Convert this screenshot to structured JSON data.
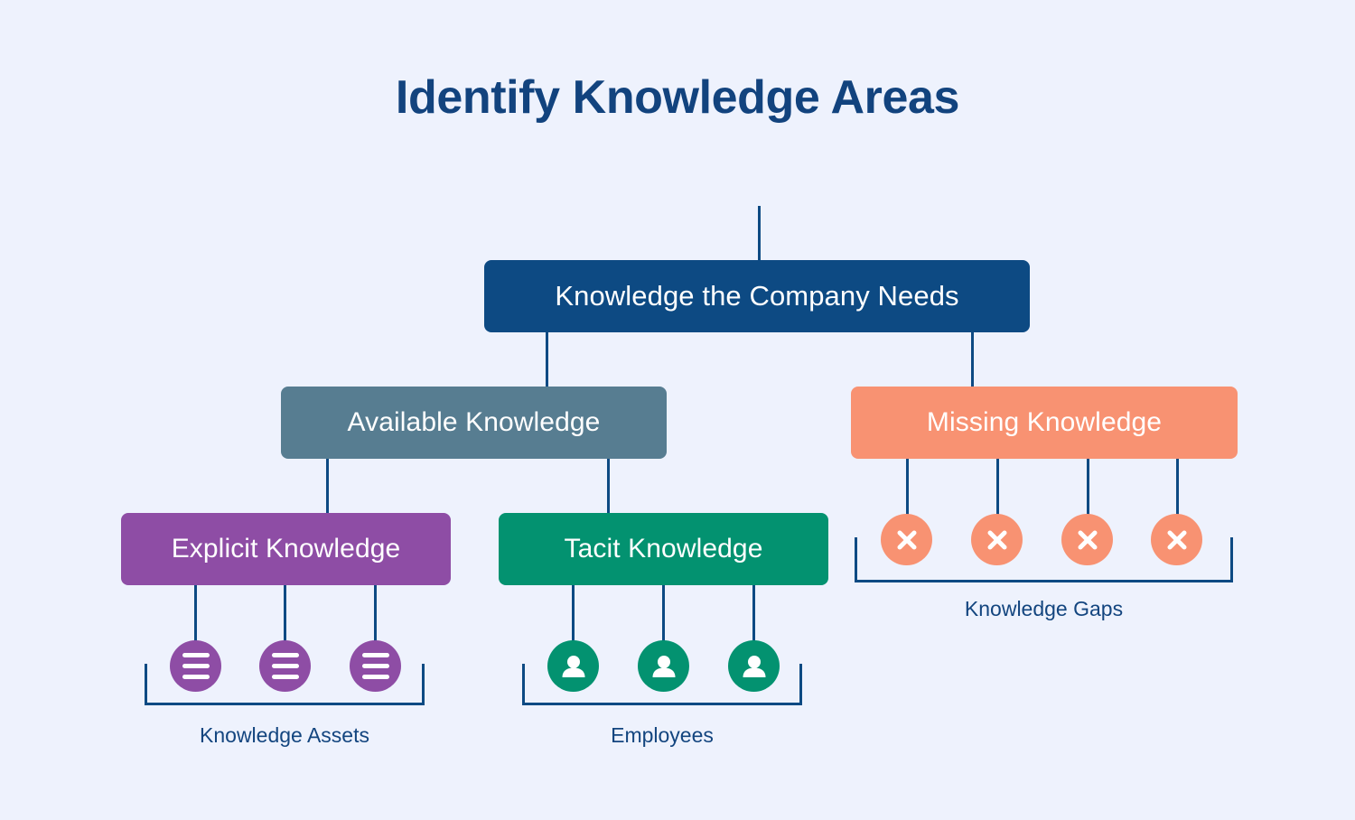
{
  "page": {
    "title": "Identify Knowledge Areas",
    "background_color": "#eef2fd",
    "title_color": "#12437e",
    "connector_color": "#0d4a83"
  },
  "nodes": {
    "root": {
      "label": "Knowledge the Company Needs",
      "color": "#0d4a83"
    },
    "available": {
      "label": "Available Knowledge",
      "color": "#577d91"
    },
    "missing": {
      "label": "Missing Knowledge",
      "color": "#f89272"
    },
    "explicit": {
      "label": "Explicit Knowledge",
      "color": "#8e4da5"
    },
    "tacit": {
      "label": "Tacit Knowledge",
      "color": "#039270"
    }
  },
  "groups": {
    "knowledge_assets": {
      "label": "Knowledge Assets",
      "icon": "document-lines-icon",
      "count": 3,
      "color": "#8e4da5"
    },
    "employees": {
      "label": "Employees",
      "icon": "person-icon",
      "count": 3,
      "color": "#039270"
    },
    "knowledge_gaps": {
      "label": "Knowledge Gaps",
      "icon": "x-mark-icon",
      "count": 4,
      "color": "#f89272"
    }
  }
}
